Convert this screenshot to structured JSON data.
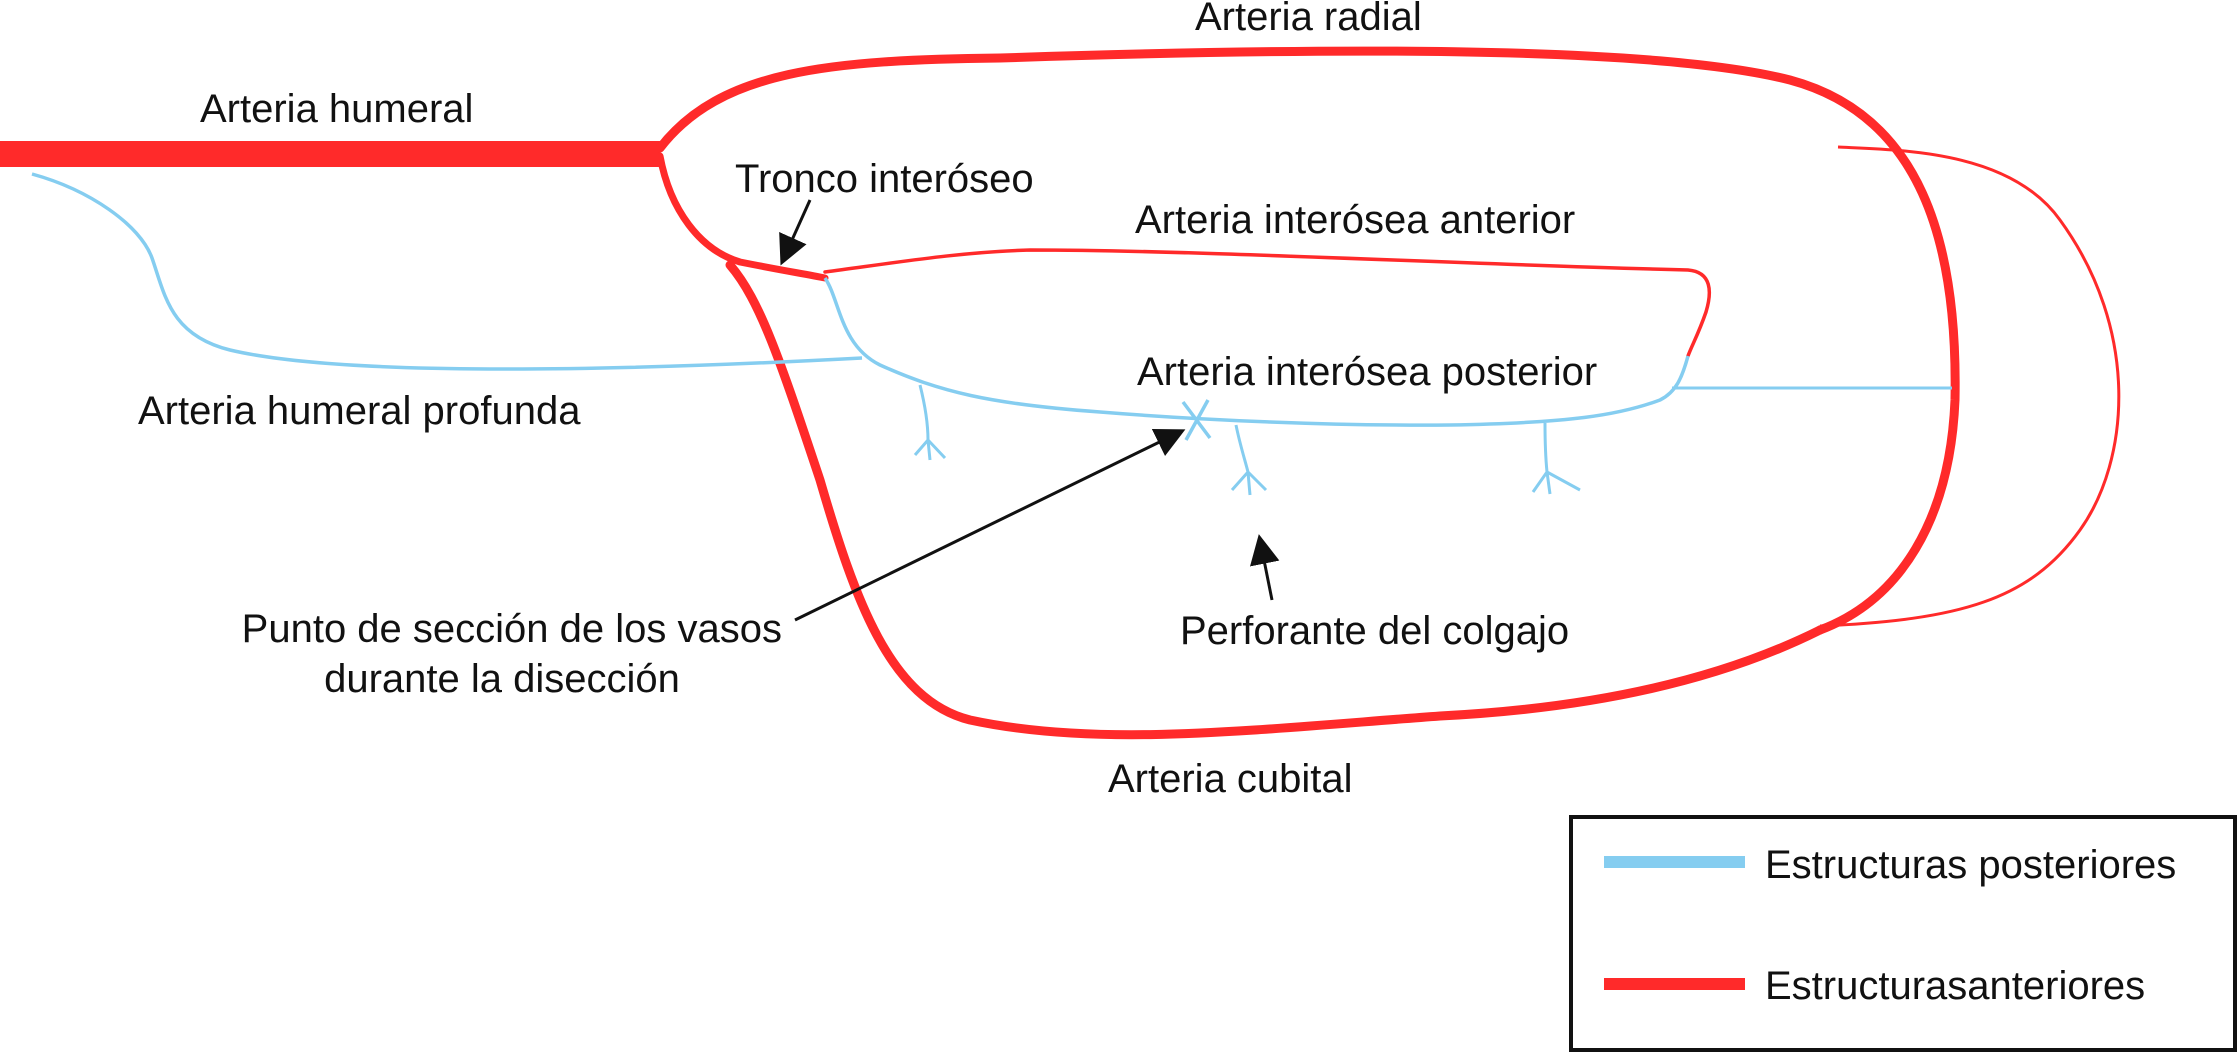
{
  "labels": {
    "arteria_radial": "Arteria radial",
    "arteria_humeral": "Arteria humeral",
    "tronco_interoseo": "Tronco interóseo",
    "arteria_interosea_anterior": "Arteria interósea anterior",
    "arteria_interosea_posterior": "Arteria interósea posterior",
    "arteria_humeral_profunda": "Arteria humeral profunda",
    "punto_seccion_line1": "Punto de sección de los vasos",
    "punto_seccion_line2": "durante la disección",
    "perforante_colgajo": "Perforante del colgajo",
    "arteria_cubital": "Arteria cubital"
  },
  "legend": {
    "posterior_label": "Estructuras posteriores",
    "anterior_label": "Estructurasanteriores"
  },
  "colors": {
    "anterior": "#ff2a2a",
    "posterior": "#85cdf0",
    "text": "#111111",
    "legend_border": "#111111"
  }
}
